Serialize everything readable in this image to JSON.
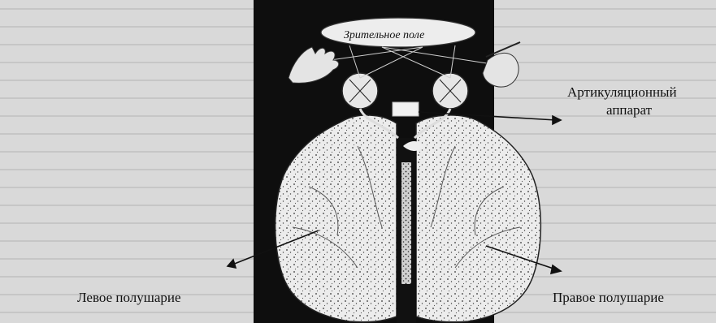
{
  "figure": {
    "visual_field_label": "Зрительное поле",
    "articulation_label_line1": "Артикуляционный",
    "articulation_label_line2": "аппарат",
    "left_hemisphere_label": "Левое полушарие",
    "right_hemisphere_label": "Правое полушарие"
  },
  "colors": {
    "page_background": "#d9d9d9",
    "photo_background": "#0e0e0e",
    "brain_fill": "#e8e8e8",
    "ink": "#111111"
  }
}
